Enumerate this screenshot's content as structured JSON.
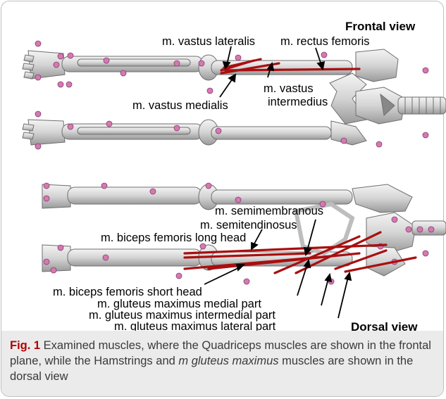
{
  "figure": {
    "frontal_view_title": "Frontal view",
    "dorsal_view_title": "Dorsal view",
    "labels": {
      "vastus_lateralis": "m. vastus lateralis",
      "rectus_femoris": "m. rectus femoris",
      "vastus_intermedius_1": "m. vastus",
      "vastus_intermedius_2": "intermedius",
      "vastus_medialis": "m. vastus medialis",
      "semimembranosus": "m. semimembranous",
      "semitendinosus": "m. semitendinosus",
      "biceps_long": "m. biceps femoris long head",
      "biceps_short": "m. biceps femoris short head",
      "gluteus_medial": "m. gluteus maximus medial part",
      "gluteus_intermedial": "m. gluteus maximus intermedial part",
      "gluteus_lateral": "m. gluteus maximus lateral part"
    },
    "colors": {
      "muscle": "#a80f10",
      "marker": "#d47ab0",
      "bone": "#d9d9d9",
      "bone_stroke": "#6f6f6f"
    }
  },
  "caption": {
    "label": "Fig. 1",
    "text_1": " Examined muscles, where the Quadriceps muscles are shown in the frontal plane, while the Hamstrings and ",
    "italic": "m gluteus maximus",
    "text_2": " muscles are shown in the dorsal view"
  }
}
